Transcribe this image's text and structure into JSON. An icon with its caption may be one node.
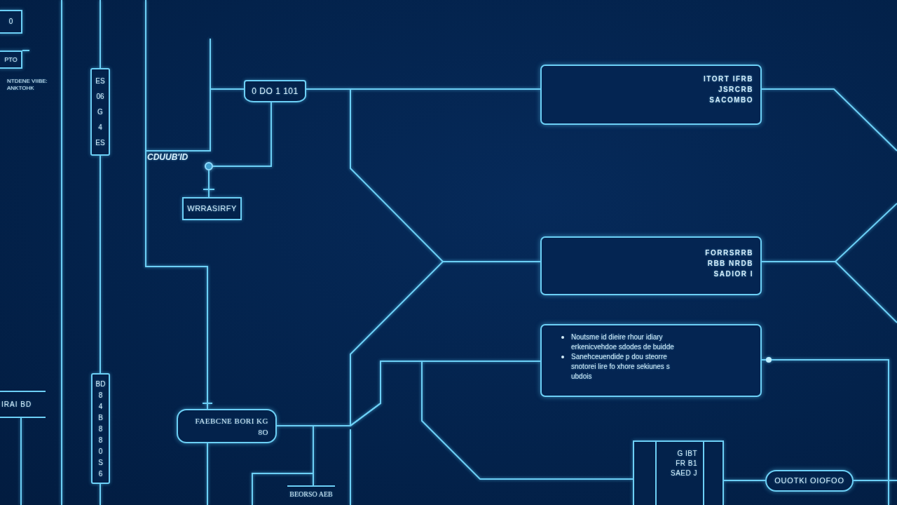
{
  "diagram": {
    "nodes": [
      {
        "text": [
          "0"
        ]
      },
      {
        "text": [
          "PTO"
        ]
      },
      {
        "text": [
          "ES 06 G 4 ES"
        ]
      },
      {
        "text": [
          "0 DO 1 101"
        ]
      },
      {
        "text": [
          "ITORT IFRB",
          "JSRCRB",
          "SACOMBO"
        ]
      },
      {
        "text": [],
        "shape": "circle"
      },
      {
        "text": [
          "WRRASIRFY"
        ]
      },
      {
        "text": [
          "FORRSRRB",
          "RBB NRDB",
          "SADIOR I"
        ]
      },
      {
        "text": [
          "Noutsme id dieire rhour idiary erkenicvehdoe sdodes de buidde",
          "Sanehceuendide p dou steorre snotorei lire fo xhore sekiunes s ubdois"
        ]
      },
      {
        "text": [
          "IRAI BD"
        ]
      },
      {
        "text": [
          "BD 8 4 B 8 8 0 S 6"
        ]
      },
      {
        "text": [
          "FAEBCNE BORI KG",
          "8O"
        ]
      },
      {
        "text": [
          "BEORSO AEB"
        ]
      },
      {
        "text": [
          "G IBT",
          "FR B1",
          "SAED J"
        ]
      },
      {
        "text": [
          "OUOTKI OIOFOO"
        ]
      }
    ],
    "edges": [
      {
        "from": null,
        "to": 2,
        "arrow": "none"
      },
      {
        "from": 2,
        "to": 10,
        "arrow": "none"
      },
      {
        "from": 10,
        "to": null,
        "arrow": "none"
      },
      {
        "from": 3,
        "to": 4,
        "arrow": "none"
      },
      {
        "from": 3,
        "to": 7,
        "arrow": "none"
      },
      {
        "from": 3,
        "to": 5,
        "arrow": "none"
      },
      {
        "from": 5,
        "to": 6,
        "arrow": "none"
      },
      {
        "from": null,
        "to": 3,
        "arrow": "none"
      },
      {
        "from": null,
        "to": 11,
        "arrow": "none"
      },
      {
        "from": 11,
        "to": null,
        "arrow": "none"
      },
      {
        "from": 11,
        "to": 7,
        "arrow": "none"
      },
      {
        "from": 11,
        "to": 8,
        "arrow": "none"
      },
      {
        "from": 11,
        "to": 13,
        "arrow": "none"
      },
      {
        "from": 11,
        "to": 12,
        "arrow": "none"
      },
      {
        "from": 13,
        "to": 14,
        "arrow": "none"
      },
      {
        "from": 14,
        "to": null,
        "arrow": "none"
      },
      {
        "from": 4,
        "to": null,
        "arrow": "none"
      },
      {
        "from": 7,
        "to": null,
        "arrow": "none"
      },
      {
        "from": 7,
        "to": null,
        "arrow": "none"
      },
      {
        "from": 8,
        "to": null,
        "arrow": "other"
      },
      {
        "from": 9,
        "to": null,
        "arrow": "none"
      }
    ],
    "labels": [
      "NTDENE VIIBE: ANKTOHK",
      "CDUUB'ID"
    ]
  }
}
